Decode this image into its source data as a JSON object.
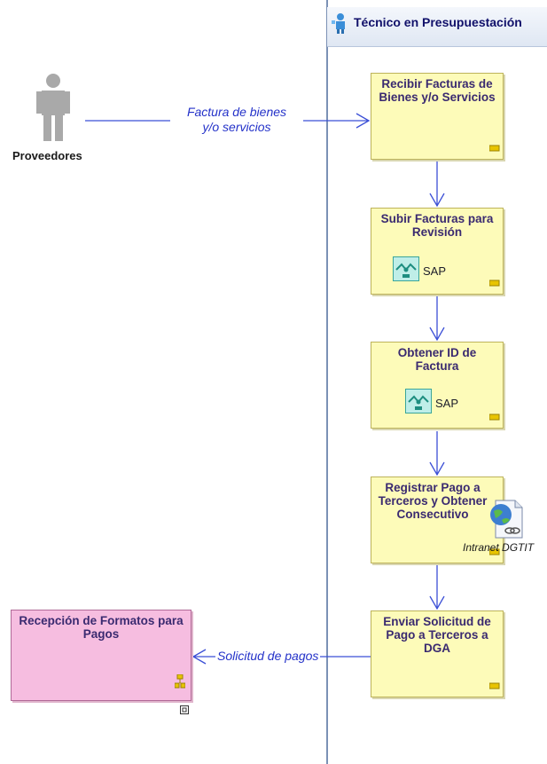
{
  "lane": {
    "title": "Técnico en Presupuestación"
  },
  "actor": {
    "label": "Proveedores"
  },
  "tasks": [
    {
      "label": "Recibir Facturas de Bienes y/o Servicios"
    },
    {
      "label": "Subir Facturas para Revisión",
      "system": "SAP"
    },
    {
      "label": "Obtener ID de Factura",
      "system": "SAP"
    },
    {
      "label": "Registrar Pago a Terceros y Obtener Consecutivo"
    },
    {
      "label": "Enviar Solicitud de Pago a Terceros a DGA"
    }
  ],
  "external_process": {
    "label": "Recepción de Formatos para Pagos"
  },
  "flows": {
    "incoming_line1": "Factura de bienes",
    "incoming_line2": "y/o servicios",
    "outgoing": "Solicitud de pagos"
  },
  "application": {
    "label": "Intranet DGTIT"
  },
  "colors": {
    "task_fill": "#fdfbb9",
    "external_fill": "#f6bde0",
    "flow_line": "#3b4fd6"
  },
  "icons": [
    "person-icon",
    "lane-role-icon",
    "sap-system-icon",
    "intranet-globe-icon",
    "task-marker-icon",
    "subprocess-icon",
    "expand-icon"
  ]
}
